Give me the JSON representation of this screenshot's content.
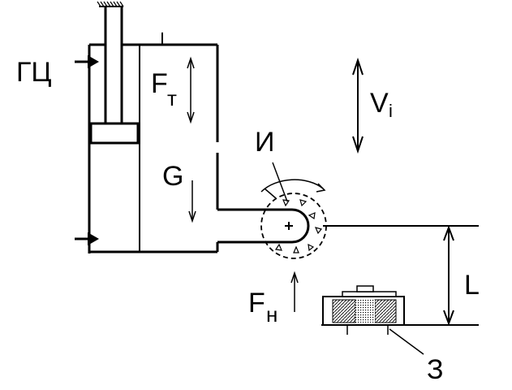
{
  "labels": {
    "hydraulic_cylinder": "ГЦ",
    "force_t_main": "F",
    "force_t_sub": "т",
    "gravity": "G",
    "velocity_main": "V",
    "velocity_sub": "i",
    "tool": "И",
    "force_n_main": "F",
    "force_n_sub": "н",
    "distance": "L",
    "workpiece": "З"
  },
  "colors": {
    "line": "#000000",
    "background": "#ffffff"
  }
}
